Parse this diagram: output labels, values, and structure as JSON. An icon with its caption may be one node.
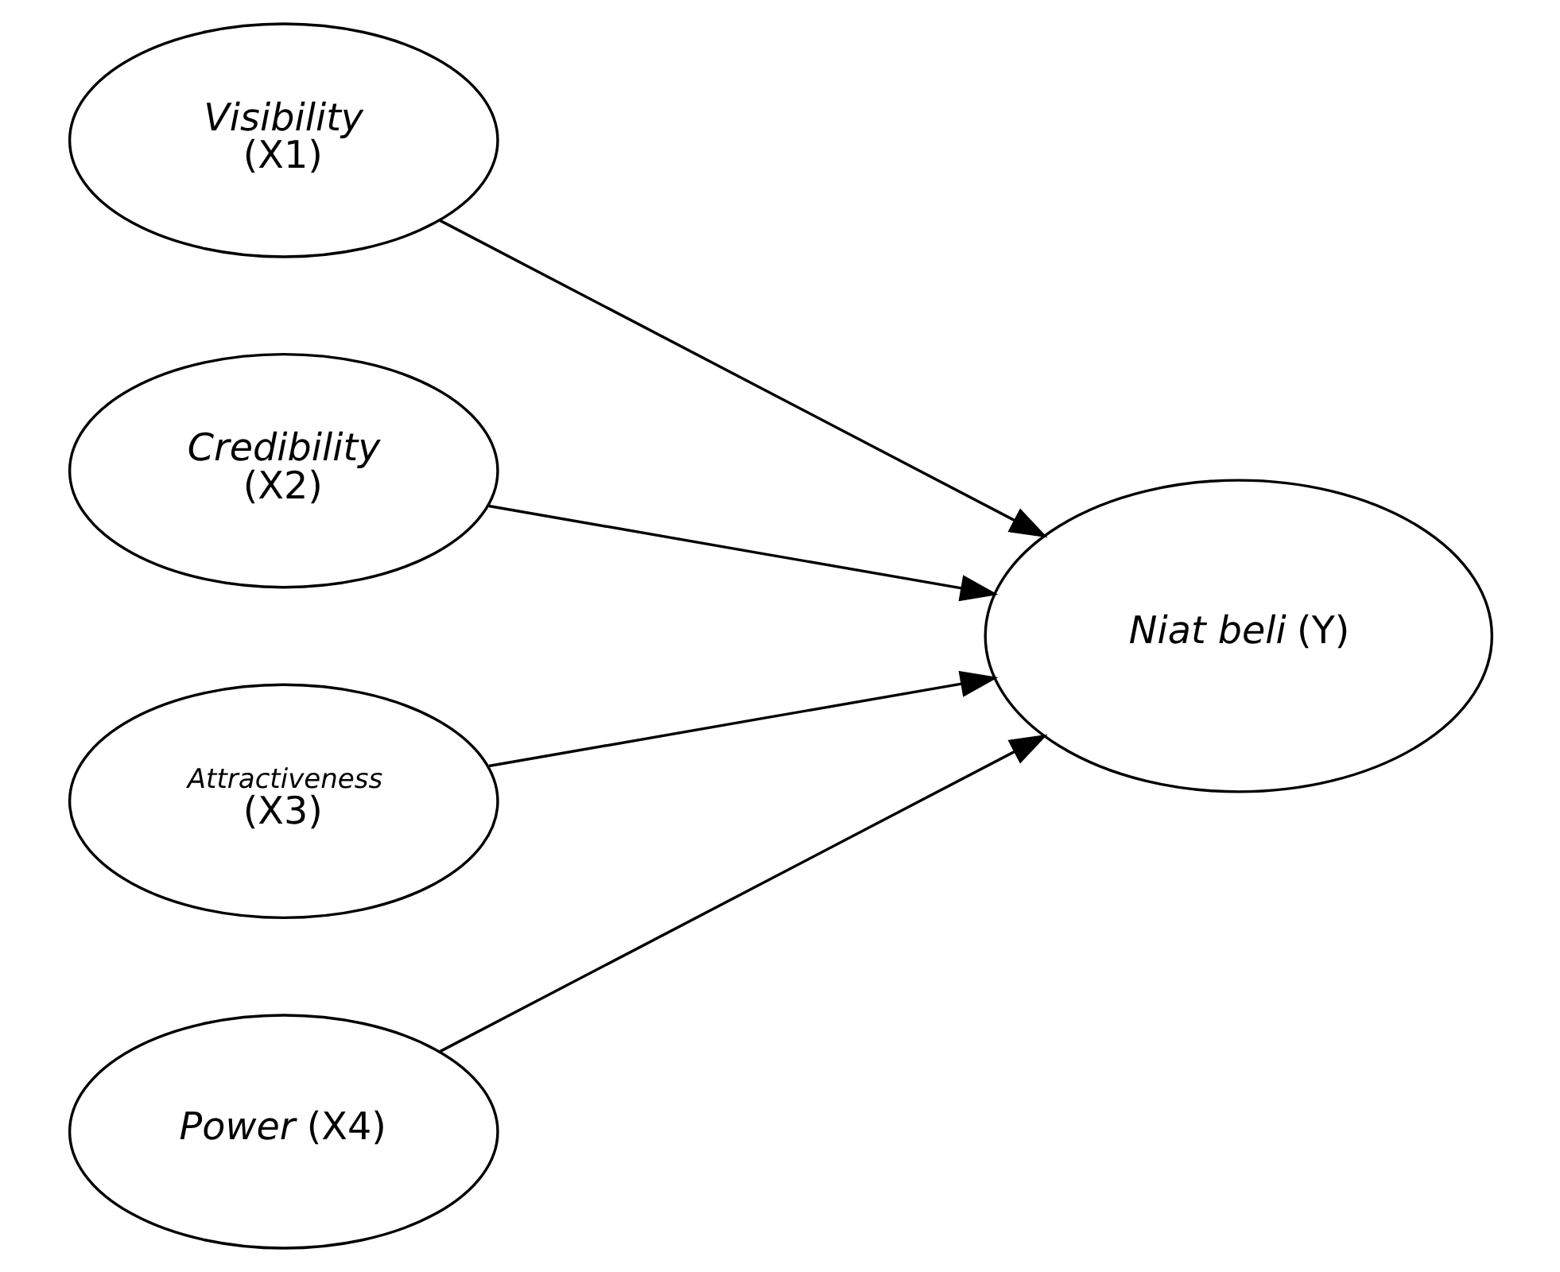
{
  "diagram": {
    "nodes": [
      {
        "text": [
          "Visibility",
          "(X1)"
        ]
      },
      {
        "text": [
          "Credibility",
          "(X2)"
        ]
      },
      {
        "text": [
          "Attractiveness",
          "(X3)"
        ]
      },
      {
        "text": [
          "*Power* (X4)"
        ]
      },
      {
        "text": [
          "*Niat beli* (Y)"
        ]
      }
    ],
    "edges": [
      {
        "from": 0,
        "to": 4,
        "arrow": "to"
      },
      {
        "from": 1,
        "to": 4,
        "arrow": "to"
      },
      {
        "from": 2,
        "to": 4,
        "arrow": "to"
      },
      {
        "from": 3,
        "to": 4,
        "arrow": "to"
      }
    ]
  }
}
